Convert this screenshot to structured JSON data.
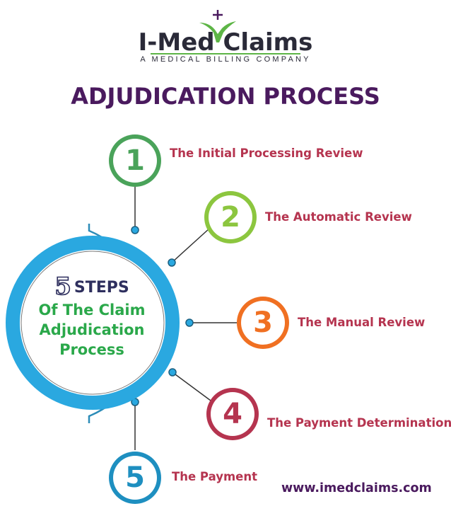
{
  "logo": {
    "name": "I-Med Claims",
    "tagline": "A MEDICAL BILLING COMPANY",
    "brand_green": "#5db546",
    "brand_dark": "#2a2a38"
  },
  "title": "ADJUDICATION PROCESS",
  "center": {
    "number": "5",
    "steps_word": "STEPS",
    "subtitle_lines": [
      "Of The Claim",
      "Adjudication",
      "Process"
    ],
    "ring_color": "#2aa8e0"
  },
  "steps": [
    {
      "number": "1",
      "label": "The Initial Processing Review",
      "color": "#4aa35a"
    },
    {
      "number": "2",
      "label": "The Automatic Review",
      "color": "#8cc63f"
    },
    {
      "number": "3",
      "label": "The Manual Review",
      "color": "#f07022"
    },
    {
      "number": "4",
      "label": "The Payment Determination",
      "color": "#b5344f"
    },
    {
      "number": "5",
      "label": "The Payment",
      "color": "#1e8fc0"
    }
  ],
  "website": "www.imedclaims.com"
}
